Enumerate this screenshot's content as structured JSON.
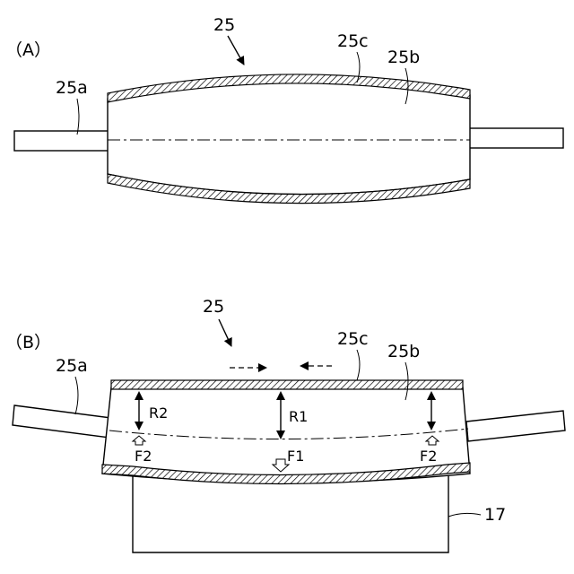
{
  "figure_a": {
    "panel_label": "（A）",
    "roller_ref": "25",
    "shaft_ref": "25a",
    "body_ref": "25b",
    "surface_ref": "25c"
  },
  "figure_b": {
    "panel_label": "（B）",
    "roller_ref": "25",
    "shaft_ref": "25a",
    "body_ref": "25b",
    "surface_ref": "25c",
    "r1": "R1",
    "r2": "R2",
    "f1": "F1",
    "f2_left": "F2",
    "f2_right": "F2",
    "sheet_ref": "17"
  }
}
